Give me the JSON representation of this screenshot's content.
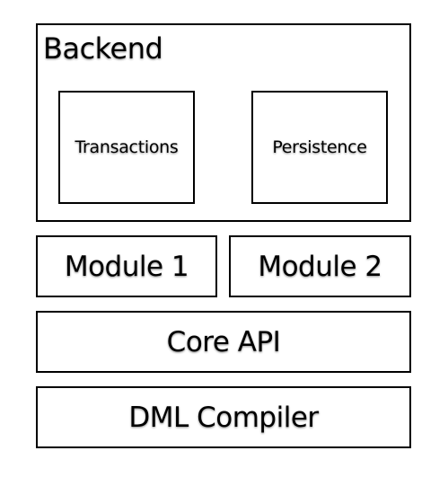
{
  "diagram": {
    "backend": {
      "title": "Backend",
      "children": [
        {
          "label": "Transactions"
        },
        {
          "label": "Persistence"
        }
      ]
    },
    "modules": [
      {
        "label": "Module 1"
      },
      {
        "label": "Module 2"
      }
    ],
    "core_api": {
      "label": "Core API"
    },
    "dml_compiler": {
      "label": "DML Compiler"
    },
    "colors": {
      "stroke": "#000000",
      "fill": "#ffffff",
      "text": "#000000"
    }
  }
}
